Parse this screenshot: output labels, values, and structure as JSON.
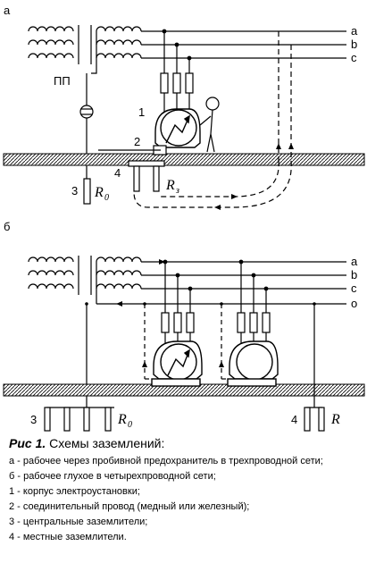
{
  "panels": {
    "a": {
      "label": "а",
      "phase_labels": [
        "a",
        "b",
        "c"
      ],
      "fuse_label": "ПП",
      "callouts": [
        "1",
        "2",
        "3",
        "4"
      ],
      "r0_letter": "R",
      "r0_sub": "0",
      "rz_letter": "R",
      "rz_sub": "з"
    },
    "b": {
      "label": "б",
      "phase_labels": [
        "a",
        "b",
        "c",
        "o"
      ],
      "callouts": [
        "3",
        "4"
      ],
      "r0_letter": "R",
      "r0_sub": "0",
      "r_letter": "R"
    }
  },
  "caption": {
    "prefix": "Рис 1.",
    "title": "Схемы заземлений:",
    "items": [
      "а - рабочее через пробивной предохранитель в трехпроводной сети;",
      "б - рабочее глухое в четырехпроводной сети;",
      "1 - корпус электроустановки;",
      "2 - соединительный провод (медный или железный);",
      "3 - центральные заземлители;",
      "4 - местные заземлители."
    ]
  }
}
